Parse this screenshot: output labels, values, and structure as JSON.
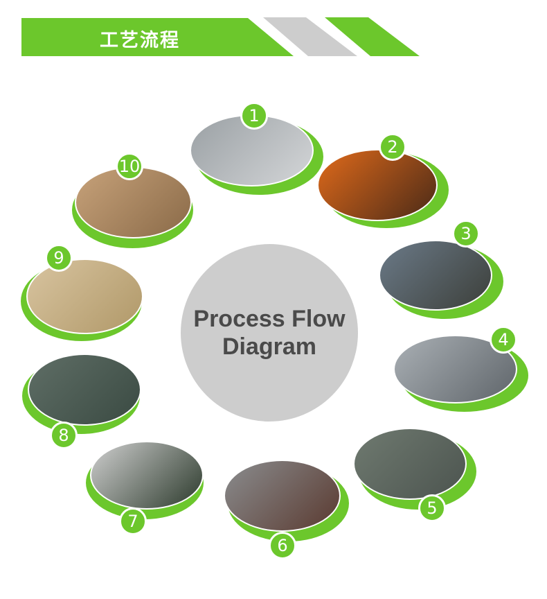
{
  "header": {
    "title": "工艺流程",
    "colors": {
      "green": "#6cc72c",
      "gray": "#cdcdcd"
    }
  },
  "center": {
    "line1": "Process Flow",
    "line2": "Diagram"
  },
  "steps": [
    {
      "number": "1",
      "image": "aluminum-ingots-photo"
    },
    {
      "number": "2",
      "image": "molten-metal-pouring-photo"
    },
    {
      "number": "3",
      "image": "casting-line-photo"
    },
    {
      "number": "4",
      "image": "cast-iron-pans-photo"
    },
    {
      "number": "5",
      "image": "shot-blasting-machine-photo"
    },
    {
      "number": "6",
      "image": "coating-line-photo"
    },
    {
      "number": "7",
      "image": "enamel-coating-photo"
    },
    {
      "number": "8",
      "image": "pallets-wrapped-photo"
    },
    {
      "number": "9",
      "image": "packed-boxes-photo"
    },
    {
      "number": "10",
      "image": "container-loading-photo"
    }
  ]
}
